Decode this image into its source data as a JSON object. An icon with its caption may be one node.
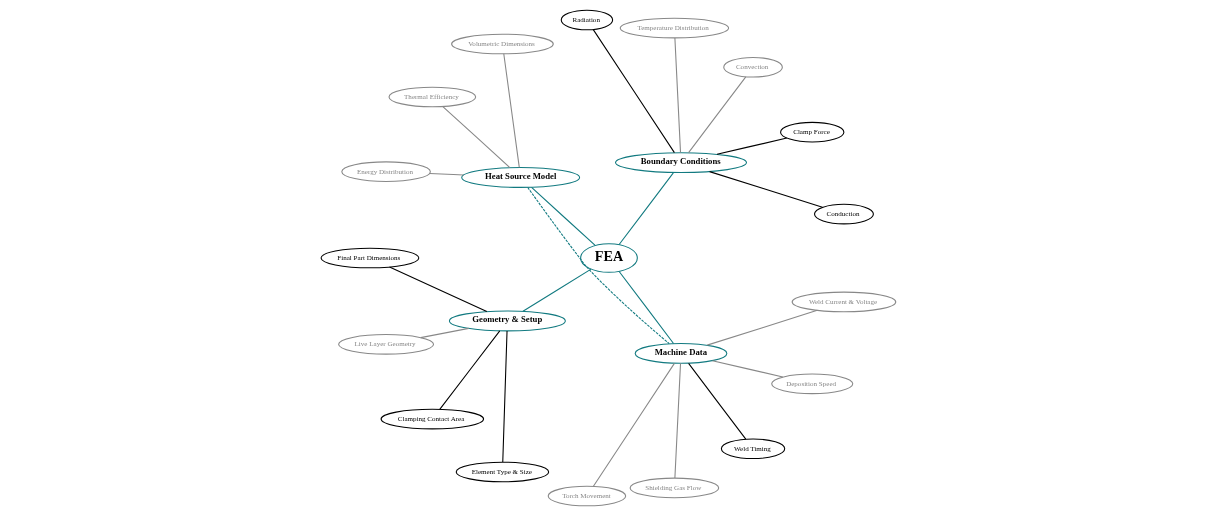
{
  "diagram": {
    "nodes": [
      {
        "text": [
          "FEA"
        ]
      },
      {
        "text": [
          "Boundary Conditions"
        ]
      },
      {
        "text": [
          "Conduction"
        ]
      },
      {
        "text": [
          "Clamp Force"
        ]
      },
      {
        "text": [
          "Convection"
        ]
      },
      {
        "text": [
          "Temperature Distribution"
        ]
      },
      {
        "text": [
          "Radiation"
        ]
      },
      {
        "text": [
          "Heat Source Model"
        ]
      },
      {
        "text": [
          "Volumetric Dimensions"
        ]
      },
      {
        "text": [
          "Thermal Efficiency"
        ]
      },
      {
        "text": [
          "Energy Distribution"
        ]
      },
      {
        "text": [
          "Geometry & Setup"
        ]
      },
      {
        "text": [
          "Final Part Dimensions"
        ]
      },
      {
        "text": [
          "Live Layer Geometry"
        ]
      },
      {
        "text": [
          "Clamping Contact Area"
        ]
      },
      {
        "text": [
          "Element Type & Size"
        ]
      },
      {
        "text": [
          "Machine Data"
        ]
      },
      {
        "text": [
          "Torch Movement"
        ]
      },
      {
        "text": [
          "Shielding Gas Flow"
        ]
      },
      {
        "text": [
          "Weld Timing"
        ]
      },
      {
        "text": [
          "Deposition Speed"
        ]
      },
      {
        "text": [
          "Weld Current & Voltage"
        ]
      }
    ],
    "edges": [
      {
        "from": 0,
        "to": 1,
        "arrow": "none",
        "color": "#127a80"
      },
      {
        "from": 0,
        "to": 7,
        "arrow": "none",
        "color": "#127a80"
      },
      {
        "from": 0,
        "to": 11,
        "arrow": "none",
        "color": "#127a80"
      },
      {
        "from": 0,
        "to": 16,
        "arrow": "none",
        "color": "#127a80"
      },
      {
        "from": 7,
        "to": 16,
        "arrow": "none",
        "style": "dashed",
        "color": "#127a80"
      },
      {
        "from": 1,
        "to": 2,
        "arrow": "none",
        "color": "#000000"
      },
      {
        "from": 1,
        "to": 3,
        "arrow": "none",
        "color": "#000000"
      },
      {
        "from": 1,
        "to": 4,
        "arrow": "none"
      },
      {
        "from": 1,
        "to": 5,
        "arrow": "none"
      },
      {
        "from": 1,
        "to": 6,
        "arrow": "none",
        "color": "#000000"
      },
      {
        "from": 7,
        "to": 8,
        "arrow": "none"
      },
      {
        "from": 7,
        "to": 9,
        "arrow": "none"
      },
      {
        "from": 7,
        "to": 10,
        "arrow": "none"
      },
      {
        "from": 11,
        "to": 12,
        "arrow": "none",
        "color": "#000000"
      },
      {
        "from": 11,
        "to": 13,
        "arrow": "none"
      },
      {
        "from": 11,
        "to": 14,
        "arrow": "none",
        "color": "#000000"
      },
      {
        "from": 11,
        "to": 15,
        "arrow": "none",
        "color": "#000000"
      },
      {
        "from": 16,
        "to": 17,
        "arrow": "none"
      },
      {
        "from": 16,
        "to": 18,
        "arrow": "none"
      },
      {
        "from": 16,
        "to": 19,
        "arrow": "none",
        "color": "#000000"
      },
      {
        "from": 16,
        "to": 20,
        "arrow": "none"
      },
      {
        "from": 16,
        "to": 21,
        "arrow": "none"
      }
    ]
  }
}
